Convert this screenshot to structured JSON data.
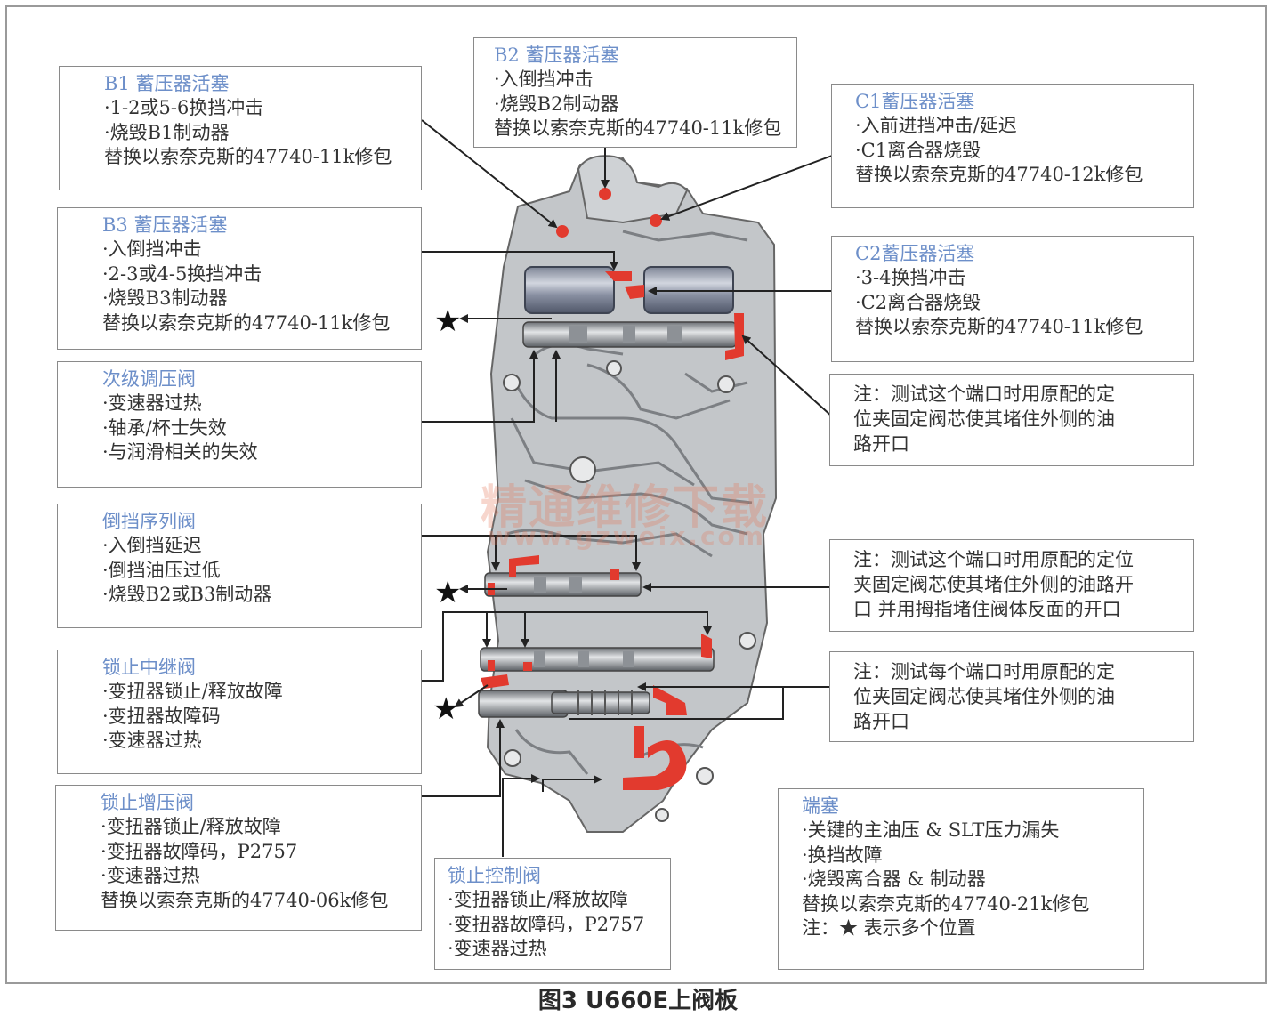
{
  "caption": "图3 U660E上阀板",
  "watermark": {
    "main": "精通维修下载",
    "url": "www.gzweix.com"
  },
  "colors": {
    "title_blue": "#6d8fc9",
    "oil_red": "#e23a2e",
    "body_gray": "#b9bcbf",
    "line": "#333333"
  },
  "legend_symbol": "★",
  "boxes": {
    "b1": {
      "title": "B1 蓄压器活塞",
      "lines": [
        "·1-2或5-6换挡冲击",
        "·烧毁B1制动器",
        "替换以索奈克斯的47740-11k修包"
      ]
    },
    "b2": {
      "title": "B2 蓄压器活塞",
      "lines": [
        "·入倒挡冲击",
        "·烧毁B2制动器",
        "替换以索奈克斯的47740-11k修包"
      ]
    },
    "c1": {
      "title": "C1蓄压器活塞",
      "lines": [
        "·入前进挡冲击/延迟",
        "·C1离合器烧毁",
        "替换以索奈克斯的47740-12k修包"
      ]
    },
    "b3": {
      "title": "B3 蓄压器活塞",
      "lines": [
        "·入倒挡冲击",
        "·2-3或4-5换挡冲击",
        "·烧毁B3制动器",
        "替换以索奈克斯的47740-11k修包"
      ]
    },
    "c2": {
      "title": "C2蓄压器活塞",
      "lines": [
        "·3-4换挡冲击",
        "·C2离合器烧毁",
        "替换以索奈克斯的47740-11k修包"
      ]
    },
    "secondary": {
      "title": "次级调压阀",
      "lines": [
        "·变速器过热",
        "·轴承/杯士失效",
        "·与润滑相关的失效"
      ]
    },
    "note1": {
      "lines": [
        "注：测试这个端口时用原配的定",
        "位夹固定阀芯使其堵住外侧的油",
        "路开口"
      ]
    },
    "reverse": {
      "title": "倒挡序列阀",
      "lines": [
        "·入倒挡延迟",
        "·倒挡油压过低",
        "·烧毁B2或B3制动器"
      ]
    },
    "note2": {
      "lines": [
        "注：测试这个端口时用原配的定位",
        "夹固定阀芯使其堵住外侧的油路开",
        "口 并用拇指堵住阀体反面的开口"
      ]
    },
    "relay": {
      "title": "锁止中继阀",
      "lines": [
        "·变扭器锁止/释放故障",
        "·变扭器故障码",
        "·变速器过热"
      ]
    },
    "note3": {
      "lines": [
        "注：测试每个端口时用原配的定",
        "位夹固定阀芯使其堵住外侧的油",
        "路开口"
      ]
    },
    "booster": {
      "title": "锁止增压阀",
      "lines": [
        "·变扭器锁止/释放故障",
        "·变扭器故障码，P2757",
        "·变速器过热",
        "替换以索奈克斯的47740-06k修包"
      ]
    },
    "control": {
      "title": "锁止控制阀",
      "lines": [
        "·变扭器锁止/释放故障",
        "·变扭器故障码，P2757",
        "·变速器过热"
      ]
    },
    "plug": {
      "title": "端塞",
      "lines": [
        "·关键的主油压 & SLT压力漏失",
        "·换挡故障",
        "·烧毁离合器 & 制动器",
        "替换以索奈克斯的47740-21k修包",
        "注：★ 表示多个位置"
      ]
    }
  }
}
